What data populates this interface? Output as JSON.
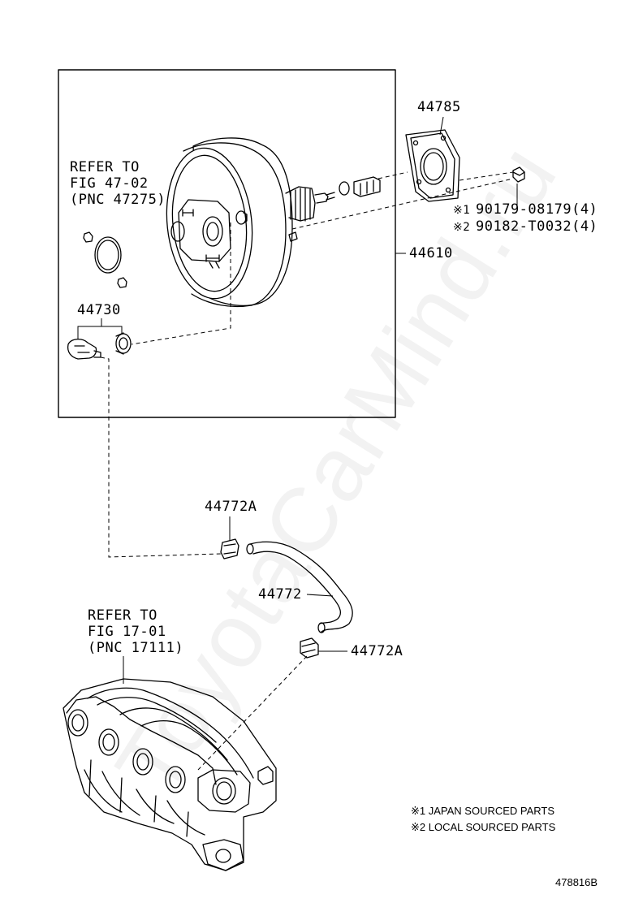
{
  "watermark": "ToyotaCarMind.ru",
  "labels": {
    "refer_top": [
      "REFER TO",
      "FIG 47-02",
      "(PNC 47275)"
    ],
    "refer_bottom": [
      "REFER TO",
      "FIG 17-01",
      "(PNC 17111)"
    ],
    "p44785": "44785",
    "p44610": "44610",
    "p44730": "44730",
    "p44772A_top": "44772A",
    "p44772": "44772",
    "p44772A_bottom": "44772A",
    "bolt1_mark": "※1",
    "bolt1": "90179-08179(4)",
    "bolt2_mark": "※2",
    "bolt2": "90182-T0032(4)"
  },
  "notes": {
    "note1": "※1 JAPAN SOURCED PARTS",
    "note2": "※2 LOCAL SOURCED PARTS"
  },
  "figure_id": "478816B"
}
